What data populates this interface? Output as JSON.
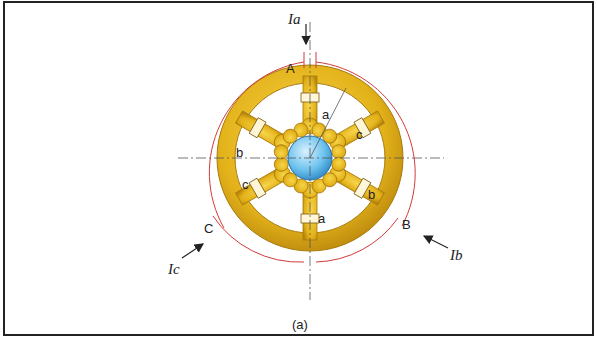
{
  "diagram": {
    "caption": "(a)",
    "labels": [
      "Ia",
      "A",
      "a",
      "c",
      "b",
      "c",
      "b",
      "a",
      "C",
      "Ic",
      "B",
      "Ib"
    ]
  }
}
